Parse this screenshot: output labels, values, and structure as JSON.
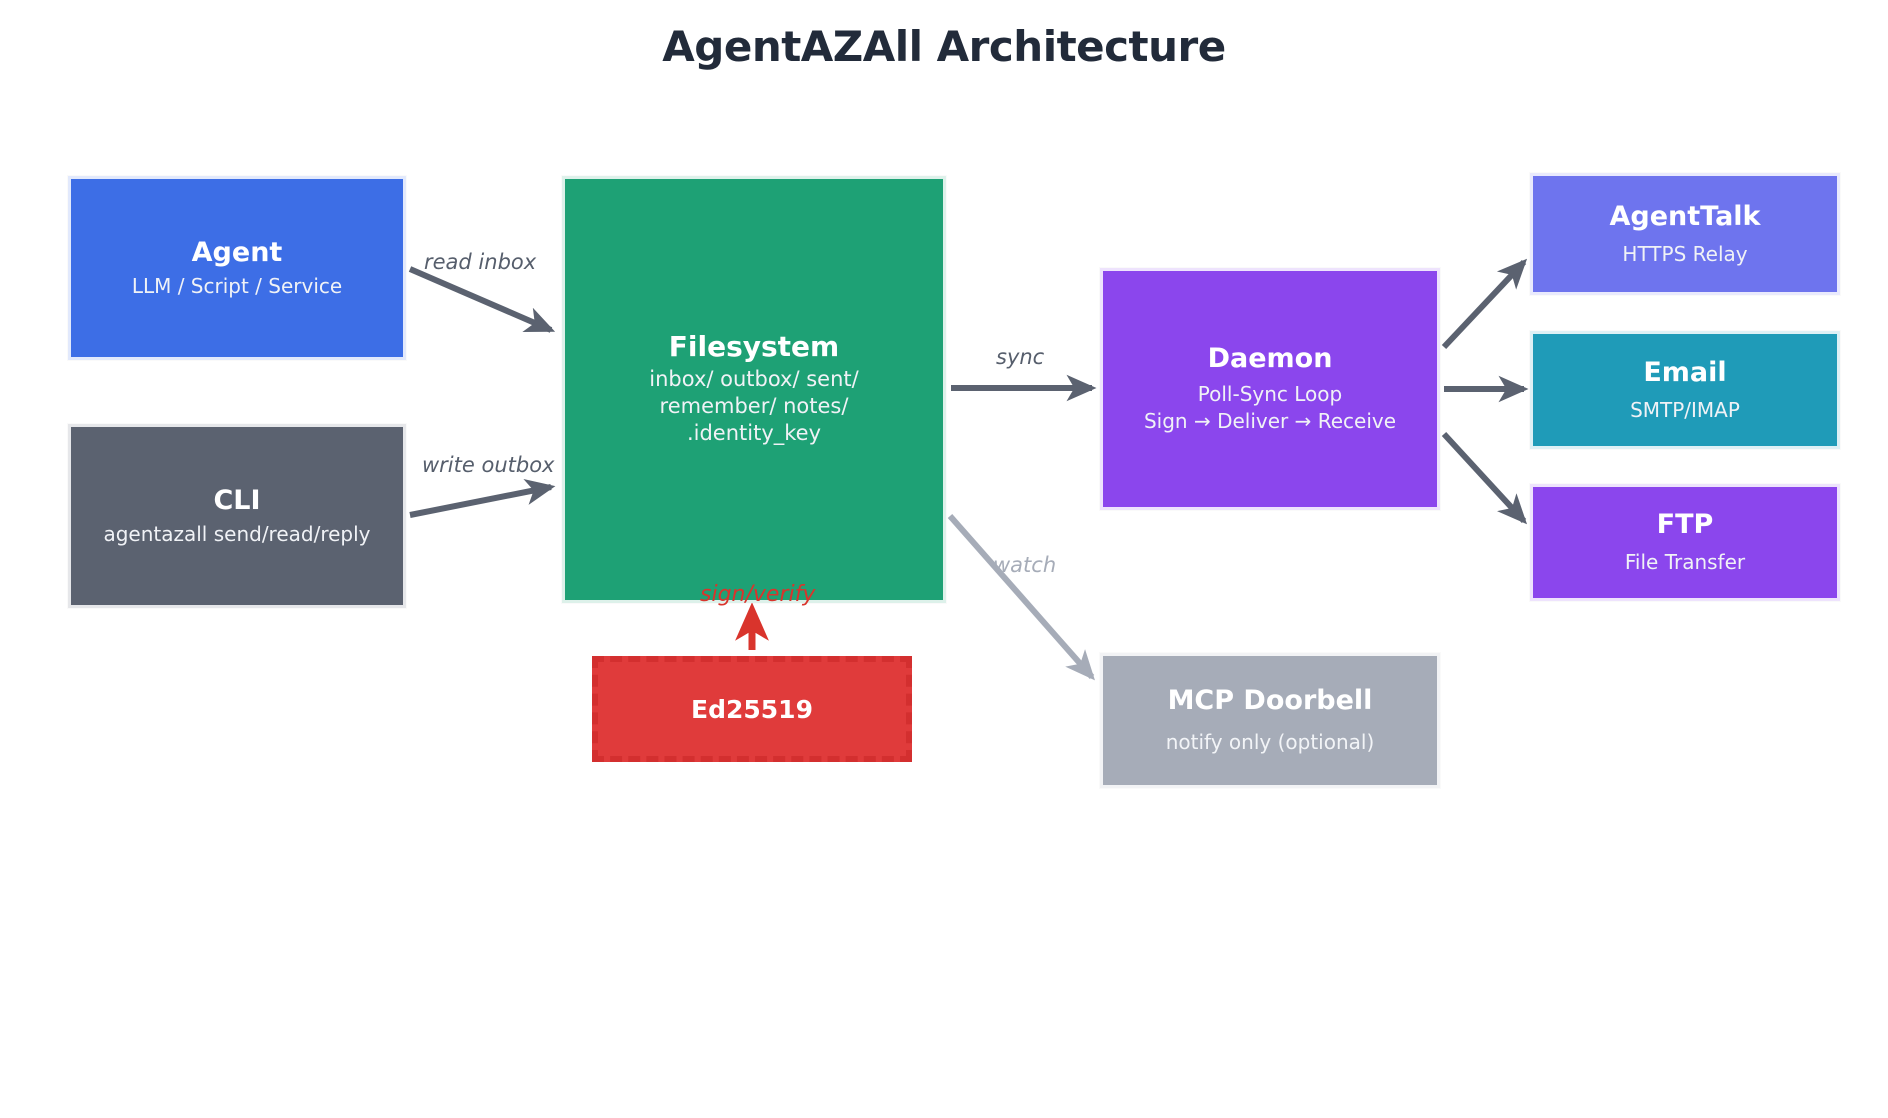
{
  "title": "AgentAZAll Architecture",
  "colors": {
    "background": "#ffffff",
    "title_text": "#222b3a",
    "agent": "#3d6ee6",
    "cli": "#5b6270",
    "filesystem": "#1ea175",
    "daemon": "#8b46ed",
    "agenttalk": "#6e74ee",
    "email": "#1f9bb8",
    "ftp": "#8b46ed",
    "mcp_doorbell": "#a6acb8",
    "ed25519": "#e03b3b",
    "ed25519_border": "#d32f2f",
    "edge_gray": "#5b6270",
    "edge_light_gray": "#a6acb8",
    "edge_red": "#d9342c"
  },
  "nodes": {
    "agent": {
      "title": "Agent",
      "subtitle": "LLM / Script / Service"
    },
    "cli": {
      "title": "CLI",
      "subtitle": "agentazall send/read/reply"
    },
    "filesystem": {
      "title": "Filesystem",
      "subtitle": "inbox/ outbox/ sent/\nremember/ notes/\n.identity_key"
    },
    "daemon": {
      "title": "Daemon",
      "subtitle": "Poll-Sync Loop\nSign → Deliver → Receive"
    },
    "agenttalk": {
      "title": "AgentTalk",
      "subtitle": "HTTPS Relay"
    },
    "email": {
      "title": "Email",
      "subtitle": "SMTP/IMAP"
    },
    "ftp": {
      "title": "FTP",
      "subtitle": "File Transfer"
    },
    "mcp_doorbell": {
      "title": "MCP Doorbell",
      "subtitle": "notify only (optional)"
    },
    "ed25519": {
      "title": "Ed25519"
    }
  },
  "edges": {
    "read_inbox": {
      "label": "read inbox",
      "from": "agent",
      "to": "filesystem"
    },
    "write_outbox": {
      "label": "write outbox",
      "from": "cli",
      "to": "filesystem"
    },
    "sync": {
      "label": "sync",
      "from": "filesystem",
      "to": "daemon"
    },
    "watch": {
      "label": "watch",
      "from": "filesystem",
      "to": "mcp_doorbell"
    },
    "sign_verify": {
      "label": "sign/verify",
      "from": "ed25519",
      "to": "filesystem"
    },
    "daemon_agenttalk": {
      "label": "",
      "from": "daemon",
      "to": "agenttalk"
    },
    "daemon_email": {
      "label": "",
      "from": "daemon",
      "to": "email"
    },
    "daemon_ftp": {
      "label": "",
      "from": "daemon",
      "to": "ftp"
    }
  }
}
